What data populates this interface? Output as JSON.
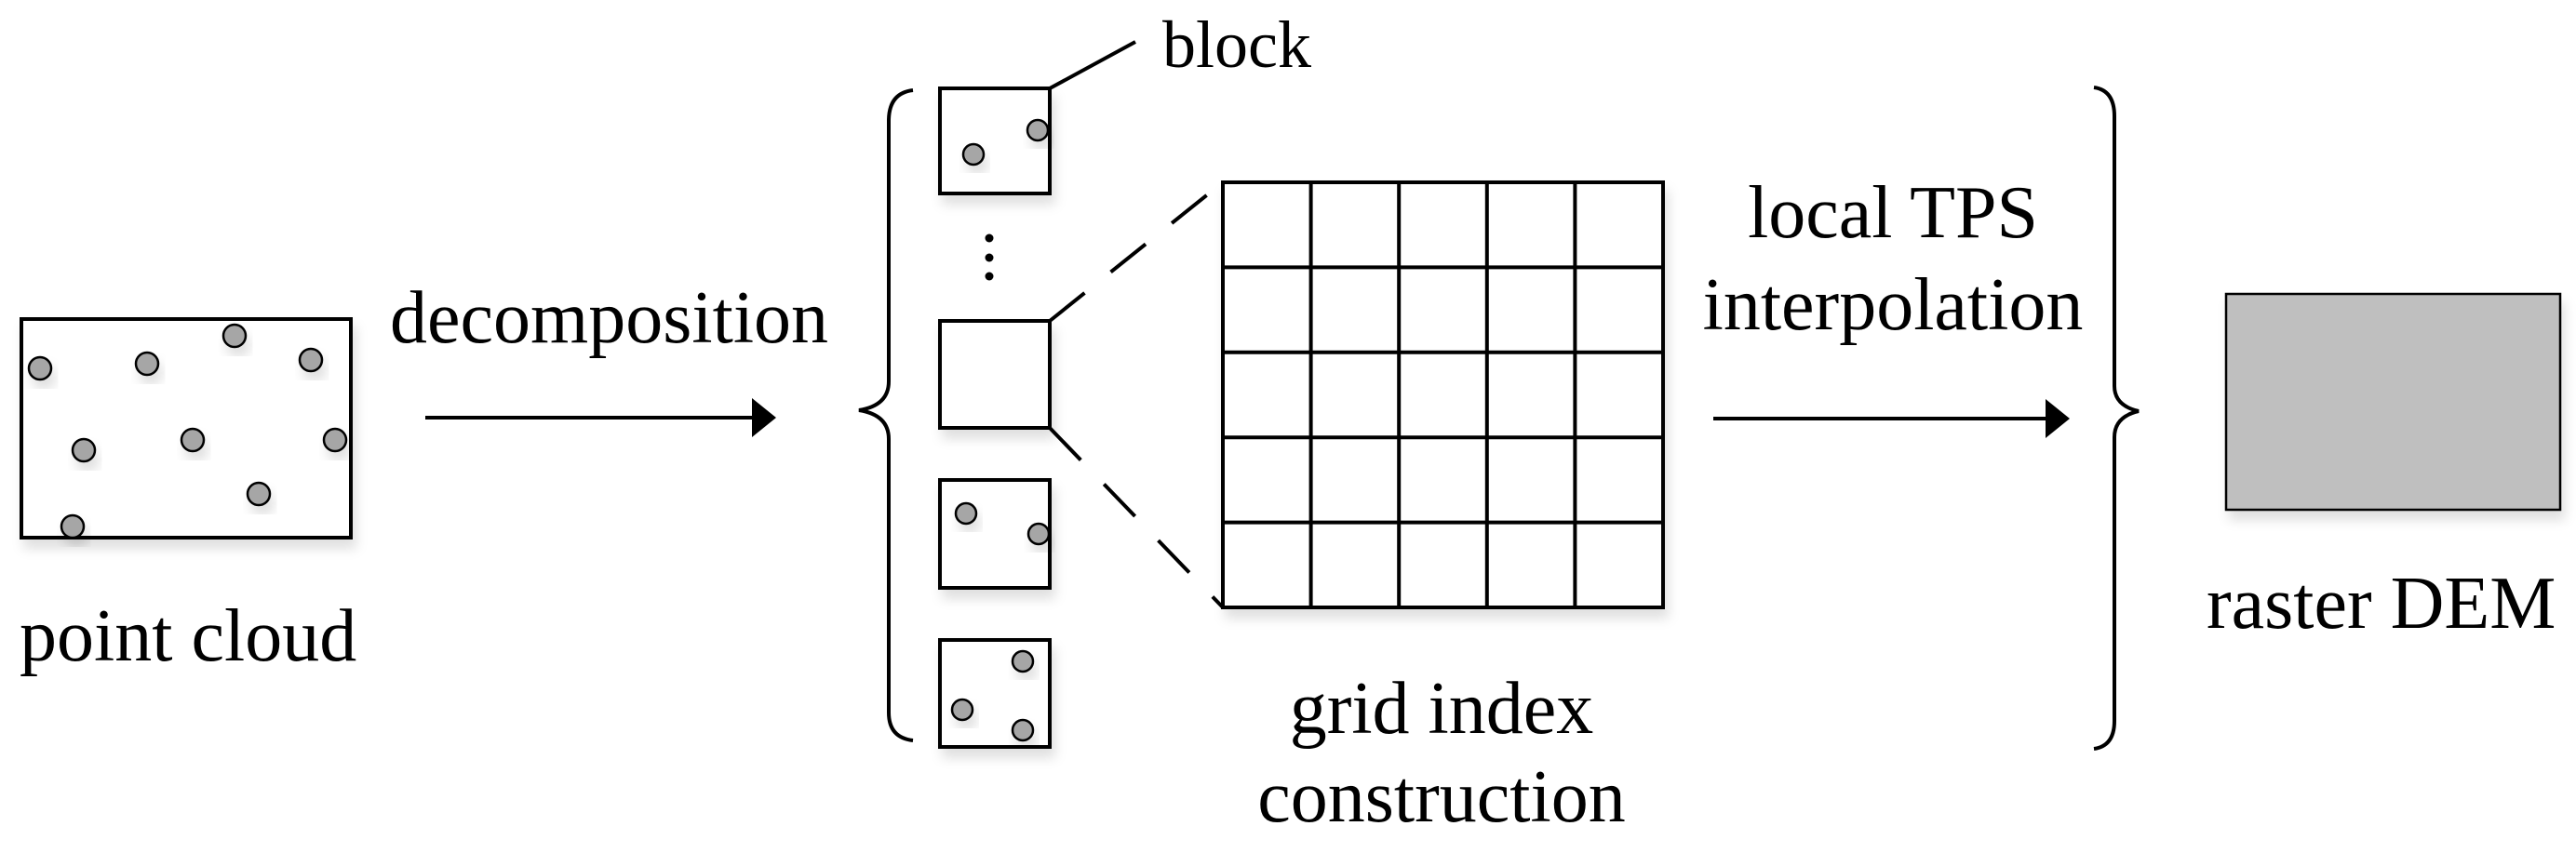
{
  "labels": {
    "point_cloud": "point cloud",
    "decomposition": "decomposition",
    "block": "block",
    "grid_index_line1": "grid index",
    "grid_index_line2": "construction",
    "local_tps_line1": "local TPS",
    "local_tps_line2": "interpolation",
    "raster_dem": "raster DEM"
  },
  "grid": {
    "rows": 5,
    "cols": 5
  },
  "colors": {
    "point_fill": "#a6a6a6",
    "dem_fill": "#bfbfbf",
    "stroke": "#000000"
  }
}
